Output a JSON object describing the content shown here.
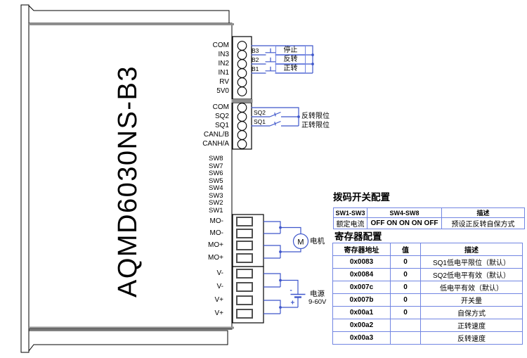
{
  "device": {
    "model": "AQMD6030NS-B3"
  },
  "connectors": {
    "signal_pins": [
      "COM",
      "IN3",
      "IN2",
      "IN1",
      "RV",
      "5V0"
    ],
    "comm_pins": [
      "COM",
      "SQ2",
      "SQ1",
      "CANL/B",
      "CANH/A"
    ],
    "dip_pins": [
      "SW8",
      "SW7",
      "SW6",
      "SW5",
      "SW4",
      "SW3",
      "SW2",
      "SW1"
    ],
    "power_pins": [
      "MO-",
      "MO-",
      "MO+",
      "MO+",
      "V-",
      "V-",
      "V+",
      "V+"
    ]
  },
  "buttons": [
    {
      "id": "B3",
      "label": "停止"
    },
    {
      "id": "B2",
      "label": "反转"
    },
    {
      "id": "B1",
      "label": "正转"
    }
  ],
  "limit_switches": [
    {
      "id": "SQ2",
      "label": "反转限位"
    },
    {
      "id": "SQ1",
      "label": "正转限位"
    }
  ],
  "motor": {
    "symbol": "M",
    "label": "电机"
  },
  "power_supply": {
    "label": "电源",
    "range": "9-60V",
    "plus_mark": "+",
    "minus_mark": "-"
  },
  "dip_table": {
    "title": "拨码开关配置",
    "headers": [
      "SW1-SW3",
      "SW4-SW8",
      "描述"
    ],
    "rows": [
      [
        "额定电流",
        "OFF ON ON ON OFF",
        "预设正反转自保方式"
      ]
    ]
  },
  "reg_table": {
    "title": "寄存器配置",
    "headers": [
      "寄存器地址",
      "值",
      "描述"
    ],
    "rows": [
      {
        "addr": "0x0083",
        "value": "0",
        "desc": "SQ1低电平限位（默认）"
      },
      {
        "addr": "0x0084",
        "value": "0",
        "desc": "SQ2低电平有效（默认）"
      },
      {
        "addr": "0x007c",
        "value": "0",
        "desc": "低电平有效（默认）"
      },
      {
        "addr": "0x007b",
        "value": "0",
        "desc": "开关量"
      },
      {
        "addr": "0x00a1",
        "value": "0",
        "desc": "自保方式"
      },
      {
        "addr": "0x00a2",
        "value": "",
        "desc": "正转速度"
      },
      {
        "addr": "0x00a3",
        "value": "",
        "desc": "反转速度"
      }
    ]
  },
  "colors": {
    "wire_blue": "#3e56cb",
    "border_blue": "#7185e2",
    "chassis_gray": "#8f8f8f"
  }
}
